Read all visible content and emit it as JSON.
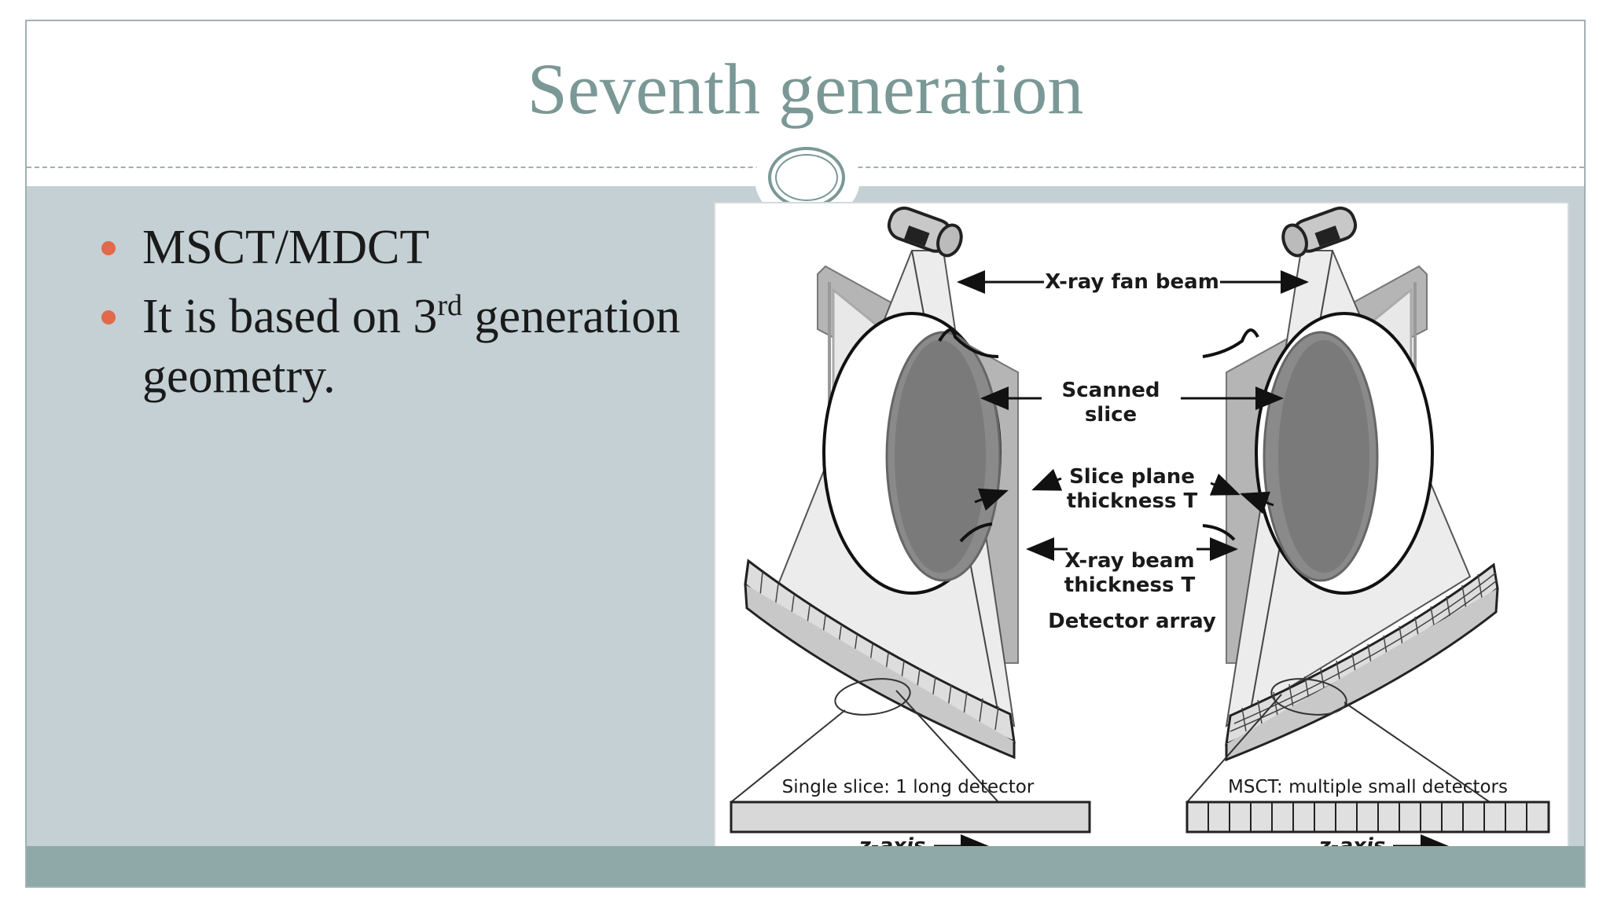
{
  "slide": {
    "title": "Seventh generation",
    "bullets": [
      {
        "text": "MSCT/MDCT"
      },
      {
        "text_before": "It is based on 3",
        "sup": "rd",
        "text_after": " generation geometry."
      }
    ]
  },
  "figure": {
    "labels": {
      "fan_beam": "X-ray fan beam",
      "scanned_1": "Scanned",
      "scanned_2": "slice",
      "slice_plane_1": "Slice plane",
      "slice_plane_2": "thickness T",
      "beam_thickness_1": "X-ray beam",
      "beam_thickness_2": "thickness T",
      "detector_array": "Detector array",
      "single_slice": "Single slice: 1 long detector",
      "msct": "MSCT: multiple small detectors",
      "z_axis_left": "z-axis",
      "z_axis_right": "z-axis"
    }
  },
  "colors": {
    "title": "#7a9896",
    "content_bg": "#c4d0d4",
    "footer_bg": "#8fa9a8",
    "bullet": "#e06a4a"
  }
}
